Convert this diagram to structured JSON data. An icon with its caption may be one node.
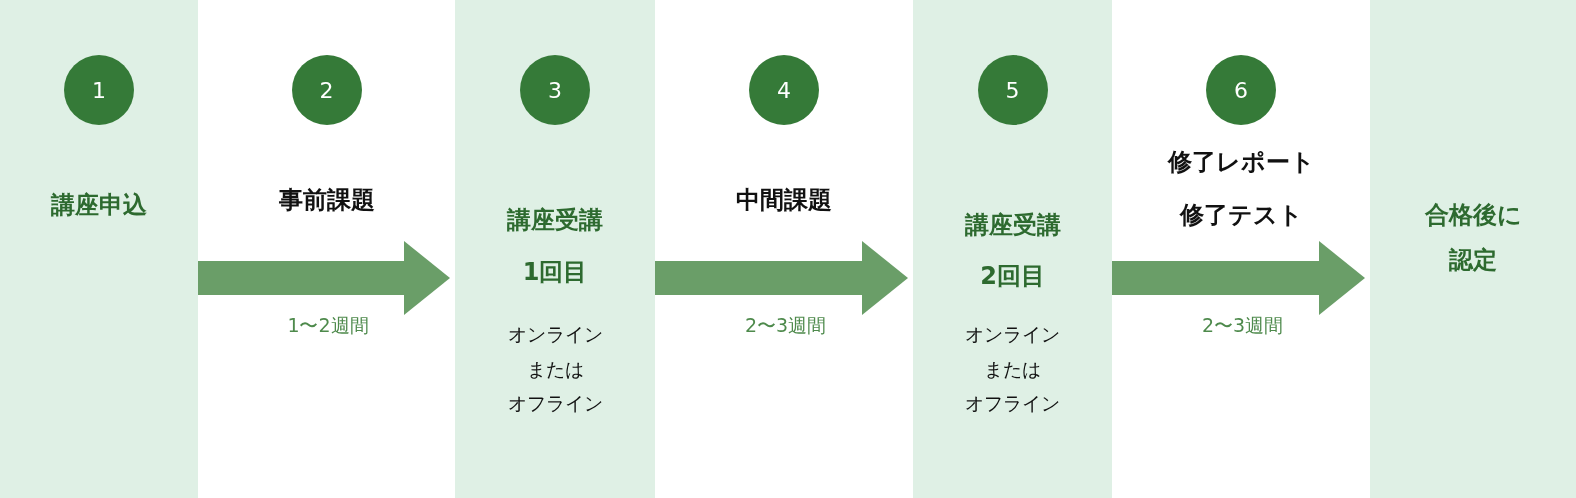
{
  "diagram": {
    "nodes": [
      {
        "text": [
          "講座申込"
        ]
      },
      {
        "text": [
          "1"
        ],
        "in": 0
      },
      {
        "text": [
          "事前課題"
        ]
      },
      {
        "text": [
          "2"
        ],
        "in": 2
      },
      {
        "text": [
          "講座受講",
          "1回目",
          "オンライン",
          "または",
          "オフライン"
        ]
      },
      {
        "text": [
          "3"
        ],
        "in": 4
      },
      {
        "text": [
          "中間課題"
        ]
      },
      {
        "text": [
          "4"
        ],
        "in": 6
      },
      {
        "text": [
          "講座受講",
          "2回目",
          "オンライン",
          "または",
          "オフライン"
        ]
      },
      {
        "text": [
          "5"
        ],
        "in": 8
      },
      {
        "text": [
          "修了レポート",
          "修了テスト"
        ]
      },
      {
        "text": [
          "6"
        ],
        "in": 10
      },
      {
        "text": [
          "合格後に",
          "認定"
        ]
      }
    ],
    "edges": [
      {
        "from": 2,
        "to": 4,
        "arrow": "to",
        "label": "1〜2週間"
      },
      {
        "from": 6,
        "to": 8,
        "arrow": "to",
        "label": "2〜3週間"
      },
      {
        "from": 10,
        "to": 12,
        "arrow": "to",
        "label": "2〜3週間"
      }
    ]
  }
}
